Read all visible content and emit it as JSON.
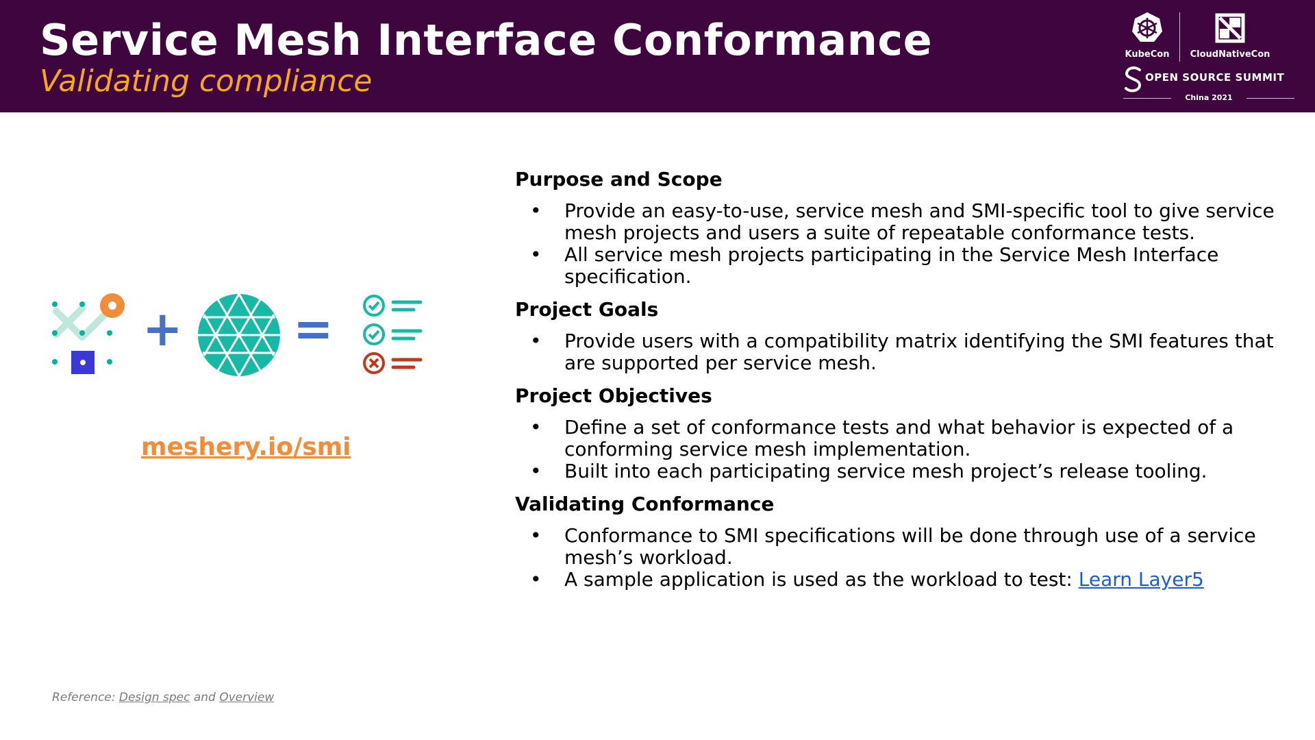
{
  "header": {
    "title": "Service Mesh Interface Conformance",
    "subtitle": "Validating compliance",
    "colors": {
      "background": "#3f053f",
      "title": "#ffffff",
      "subtitle": "#f5a623"
    }
  },
  "event_logo": {
    "kubecon_label": "KubeCon",
    "cloudnativecon_label": "CloudNativeCon",
    "summit_label": "OPEN SOURCE SUMMIT",
    "edition_label": "China 2021",
    "icons": [
      "kubernetes-helm-icon",
      "cncf-icon",
      "open-source-summit-s-icon"
    ]
  },
  "illustration": {
    "icons": [
      "meshery-icon",
      "smi-icon",
      "checklist-icon"
    ],
    "plus_symbol": "+",
    "equals_symbol": "=",
    "colors": {
      "meshery_green": "#00b39f",
      "meshery_orange": "#f28c38",
      "meshery_blue": "#3c38d6",
      "operator_blue": "#4472c4",
      "pass": "#17b8a6",
      "fail": "#c0391e"
    }
  },
  "meshery_link": "meshery.io/smi",
  "sections": [
    {
      "heading": "Purpose and Scope",
      "bullets": [
        "Provide an easy-to-use, service mesh and SMI-specific tool to give service mesh projects and users a suite of repeatable conformance tests.",
        "All service mesh projects participating in the Service Mesh Interface specification."
      ]
    },
    {
      "heading": "Project Goals",
      "bullets": [
        "Provide users with a compatibility matrix identifying the SMI features that are supported per service mesh."
      ]
    },
    {
      "heading": "Project Objectives",
      "bullets": [
        "Define a set of conformance tests and what behavior is expected of a conforming service mesh implementation.",
        "Built into each participating service mesh project’s release tooling."
      ]
    },
    {
      "heading": "Validating Conformance",
      "bullets": [
        "Conformance to SMI specifications will be done through use of a service mesh’s workload."
      ],
      "last_bullet_text": "A sample application is used as the workload to test: ",
      "last_bullet_link": "Learn Layer5"
    }
  ],
  "bullet_char": "•",
  "reference": {
    "prefix": "Reference: ",
    "link1": "Design spec",
    "joiner": " and ",
    "link2": "Overview"
  }
}
